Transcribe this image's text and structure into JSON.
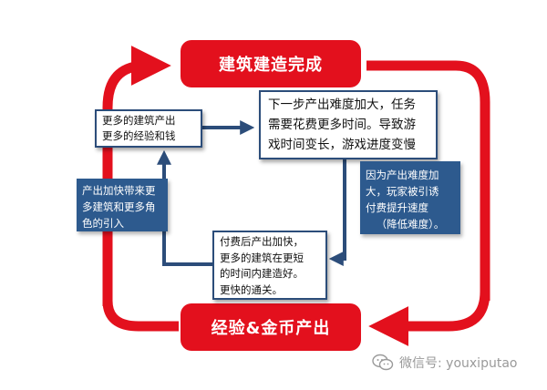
{
  "top_pill": "建筑建造完成",
  "bottom_pill": "经验&金币产出",
  "box_left": [
    "更多的建筑产出",
    "更多的经验和钱"
  ],
  "box_right": [
    "下一步产出难度加大，任务",
    "需要花费更多时间。导致游",
    "戏时间变长，游戏进度变慢"
  ],
  "box_bottom": [
    "付费后产出加快，",
    "更多的建筑在更短",
    "的时间内建造好。",
    "更快的通关。"
  ],
  "side_left": [
    "产出加快带来更",
    "多建筑和更多角",
    "色的引入"
  ],
  "side_right": [
    "因为产出难度加",
    "大，玩家被引诱",
    "付费提升速度",
    "（降低难度）。"
  ],
  "watermark": "微信号: youxiputao",
  "colors": {
    "red": "#e3101d",
    "navy": "#2c4d7a",
    "side_blue": "#2d5a8e"
  },
  "watermark_icon": "wechat-icon"
}
